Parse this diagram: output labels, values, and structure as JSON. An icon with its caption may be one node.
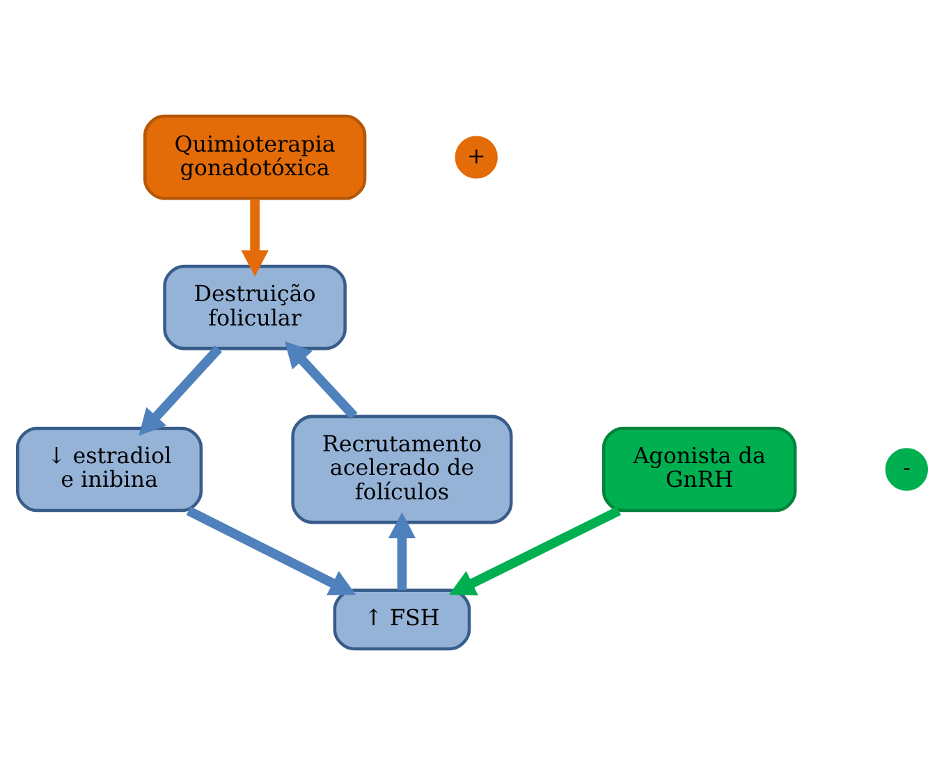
{
  "diagram": {
    "nodes": [
      {
        "text": [
          "Quimioterapia gonadotóxica"
        ]
      },
      {
        "text": [
          "+"
        ]
      },
      {
        "text": [
          "Destruição folicular"
        ]
      },
      {
        "text": [
          "↓ estradiol e inibina"
        ]
      },
      {
        "text": [
          "Recrutamento acelerado de folículos"
        ]
      },
      {
        "text": [
          "↑ FSH"
        ]
      },
      {
        "text": [
          "-"
        ]
      },
      {
        "text": [
          "Agonista da GnRH"
        ]
      }
    ],
    "edges": [
      {
        "from": 0,
        "to": 2,
        "arrow": "to",
        "color": "#e36c09"
      },
      {
        "from": 2,
        "to": 3,
        "arrow": "to"
      },
      {
        "from": 3,
        "to": 5,
        "arrow": "to"
      },
      {
        "from": 5,
        "to": 4,
        "arrow": "to"
      },
      {
        "from": 4,
        "to": 2,
        "arrow": "to"
      },
      {
        "from": 7,
        "to": 5,
        "arrow": "to",
        "color": "#00b050"
      }
    ]
  }
}
